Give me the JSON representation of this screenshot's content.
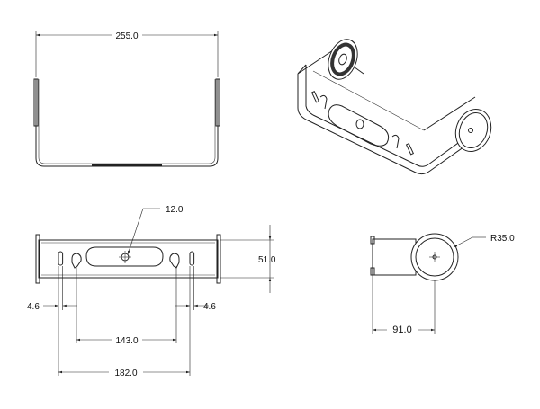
{
  "drawing": {
    "colors": {
      "line": "#222222",
      "background": "#ffffff",
      "ring_dark": "#333333"
    },
    "dimensions": {
      "top_width": "255.0",
      "hole_diameter": "12.0",
      "height": "51.0",
      "slot_width_left": "4.6",
      "slot_width_right": "4.6",
      "inner_span": "143.0",
      "outer_span": "182.0",
      "radius": "R35.0",
      "side_offset": "91.0"
    }
  }
}
